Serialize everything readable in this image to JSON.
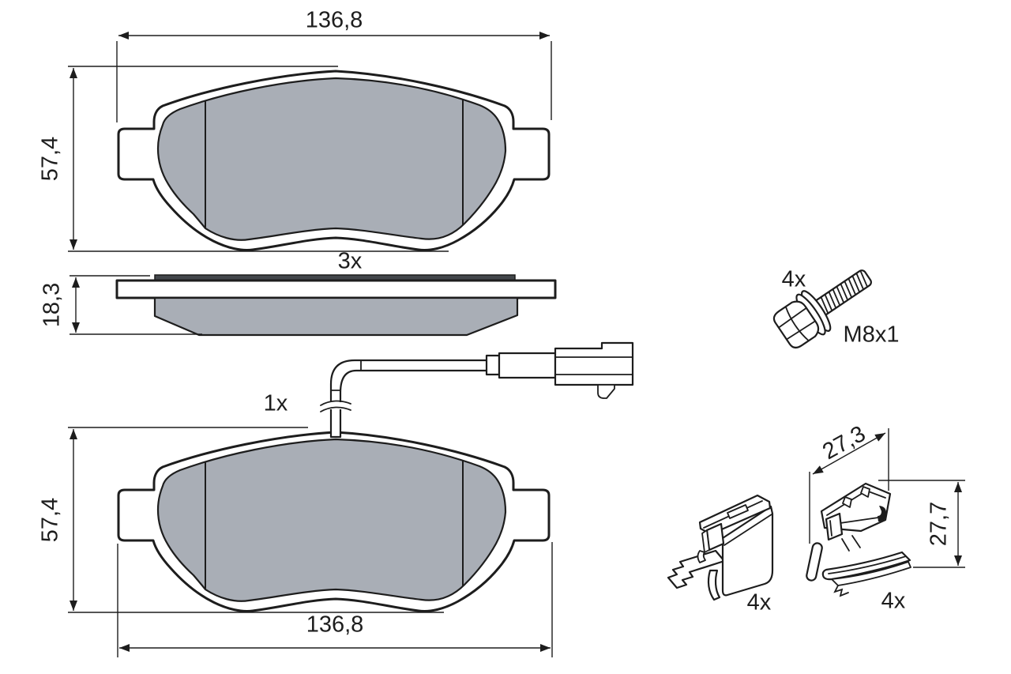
{
  "page": {
    "background": "#ffffff"
  },
  "drawing": {
    "type": "brake-pad-set-technical-drawing",
    "colors": {
      "line": "#1d1d1d",
      "friction_gray": "#a9aeb6",
      "shim_dark": "#43474b",
      "background": "#ffffff"
    },
    "views": {
      "pad_front": {
        "qty": "3x",
        "width_mm": "136,8",
        "height_mm": "57,4"
      },
      "pad_side": {
        "thickness_mm": "18,3"
      },
      "pad_with_sensor": {
        "qty": "1x",
        "width_mm": "136,8",
        "height_mm": "57,4"
      },
      "bolt": {
        "qty": "4x",
        "thread_spec": "M8x1"
      },
      "clip_left": {
        "qty": "4x"
      },
      "clip_right": {
        "qty": "4x",
        "width_mm": "27,3",
        "height_mm": "27,7"
      }
    }
  }
}
